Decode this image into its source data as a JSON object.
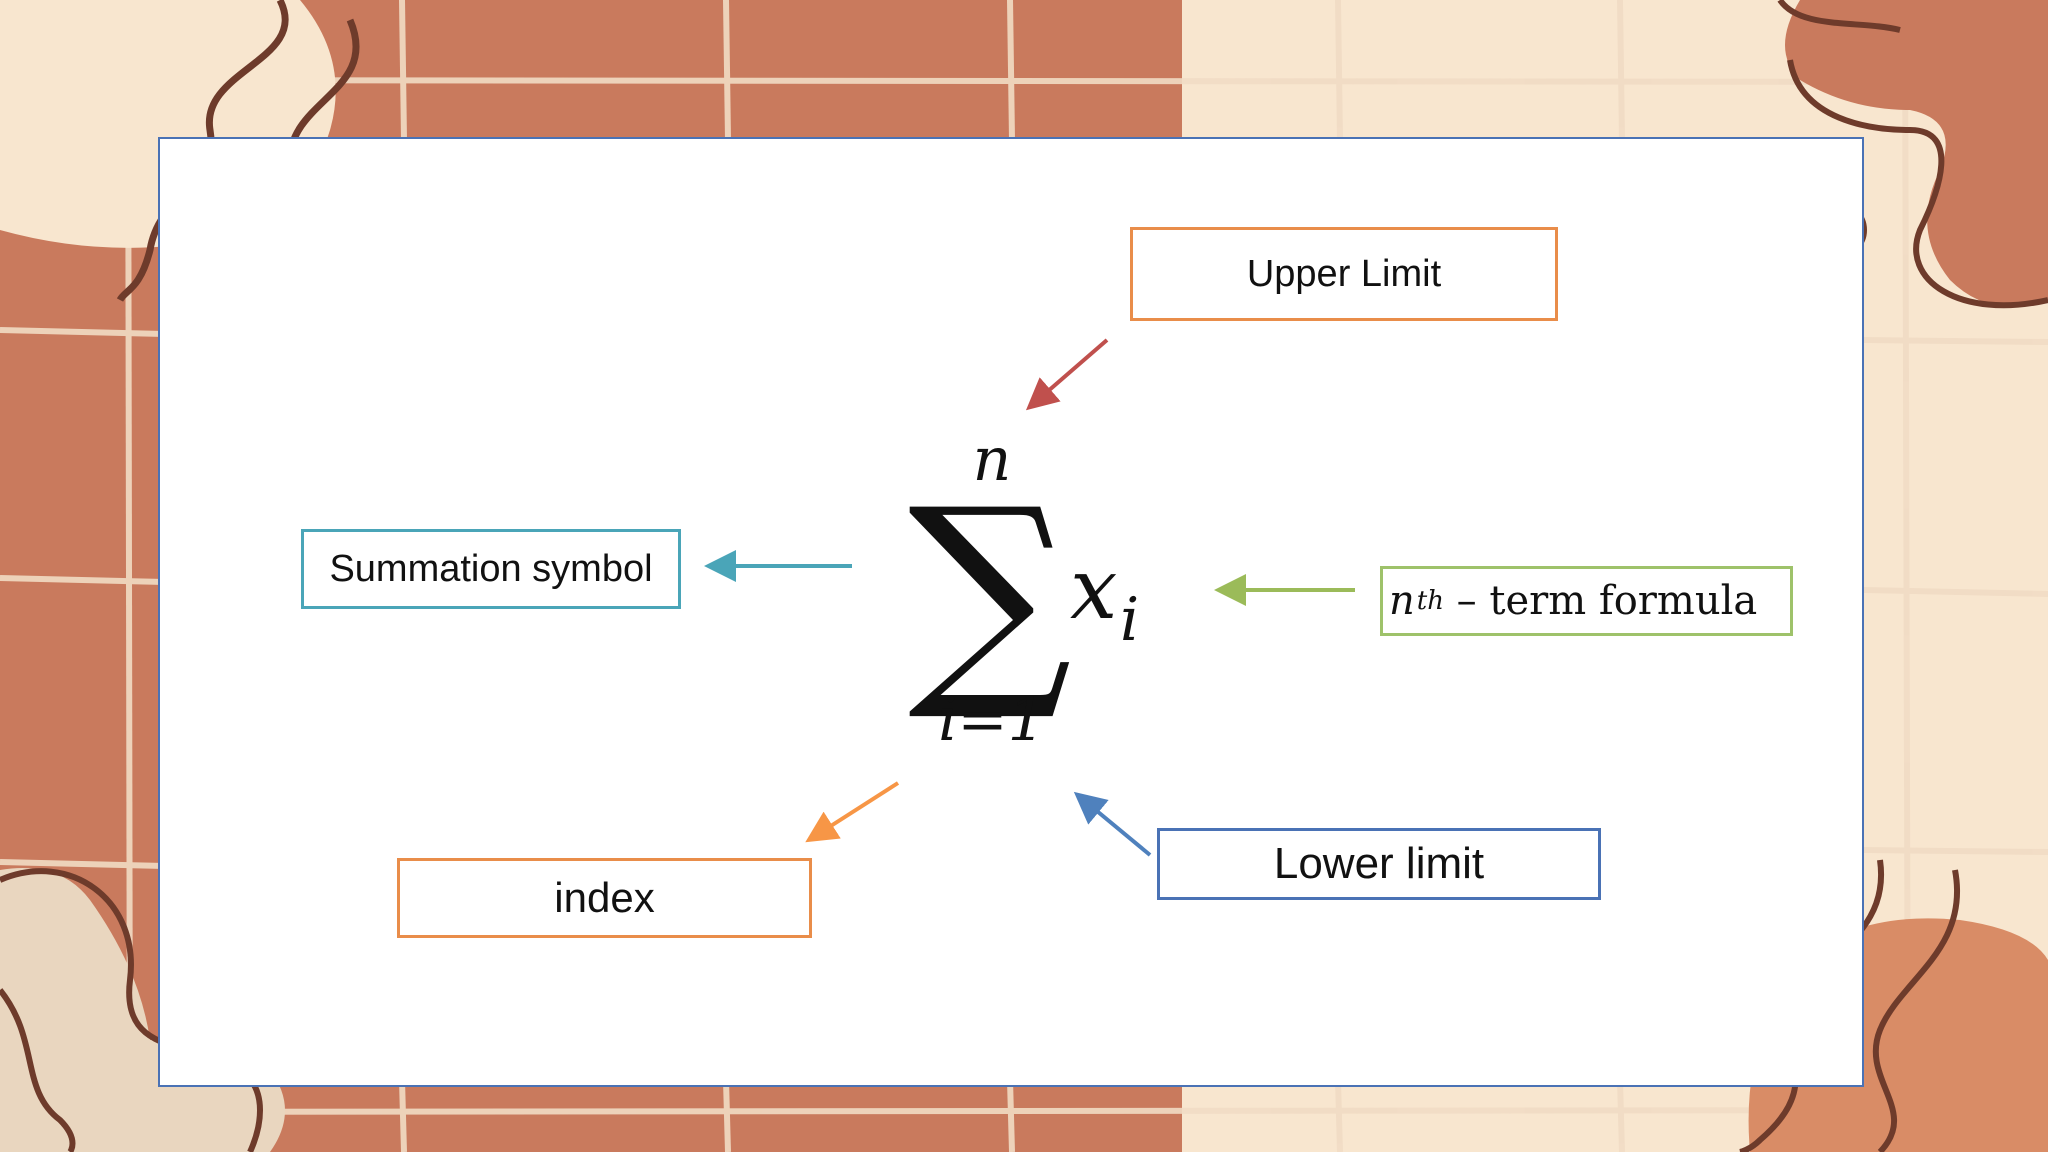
{
  "labels": {
    "upper_limit": "Upper Limit",
    "summation_symbol": "Summation symbol",
    "nth_term": {
      "base": "n",
      "superscript": "th",
      "rest": " – term formula"
    },
    "index": "index",
    "lower_limit": "Lower limit"
  },
  "formula": {
    "symbol": "∑",
    "upper": "n",
    "lower": "i=1",
    "term": "x",
    "term_subscript": "i"
  },
  "colors": {
    "terracotta": "#c97a5d",
    "cream": "#f8e6cf",
    "grid_line": "#f1dcc4",
    "dark_brown": "#6e3b2b",
    "blob_orange": "#d98c66",
    "blob_beige": "#e9d6bf",
    "card_border": "#4a72b5",
    "arrow_upper": "#c0504d",
    "arrow_sum": "#4aa5b8",
    "arrow_nth": "#9bbb59",
    "arrow_index": "#f79646",
    "arrow_lower": "#4f81bd"
  }
}
